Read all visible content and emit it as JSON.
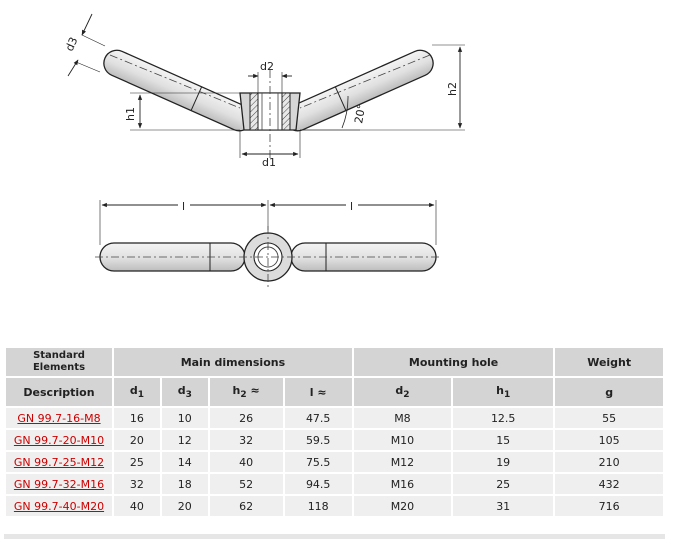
{
  "drawing": {
    "dimensions": {
      "d3": "d3",
      "d2": "d2",
      "h1": "h1",
      "d1": "d1",
      "h2": "h2",
      "angle": "20°",
      "l_left": "l",
      "l_right": "l"
    }
  },
  "table": {
    "group_headers": {
      "standard_elements": "Standard Elements",
      "main_dimensions": "Main dimensions",
      "mounting_hole": "Mounting hole",
      "weight": "Weight"
    },
    "columns": [
      {
        "base": "Description",
        "sub": ""
      },
      {
        "base": "d",
        "sub": "1"
      },
      {
        "base": "d",
        "sub": "3"
      },
      {
        "base": "h",
        "sub": "2",
        "suffix": " ≈"
      },
      {
        "base": "l",
        "sub": "",
        "suffix": " ≈"
      },
      {
        "base": "d",
        "sub": "2"
      },
      {
        "base": "h",
        "sub": "1"
      },
      {
        "base": "g",
        "sub": ""
      }
    ],
    "rows": [
      {
        "desc": "GN 99.7-16-M8",
        "d1": "16",
        "d3": "10",
        "h2": "26",
        "l": "47.5",
        "d2": "M8",
        "h1": "12.5",
        "g": "55"
      },
      {
        "desc": "GN 99.7-20-M10",
        "d1": "20",
        "d3": "12",
        "h2": "32",
        "l": "59.5",
        "d2": "M10",
        "h1": "15",
        "g": "105"
      },
      {
        "desc": "GN 99.7-25-M12",
        "d1": "25",
        "d3": "14",
        "h2": "40",
        "l": "75.5",
        "d2": "M12",
        "h1": "19",
        "g": "210"
      },
      {
        "desc": "GN 99.7-32-M16",
        "d1": "32",
        "d3": "18",
        "h2": "52",
        "l": "94.5",
        "d2": "M16",
        "h1": "25",
        "g": "432"
      },
      {
        "desc": "GN 99.7-40-M20",
        "d1": "40",
        "d3": "20",
        "h2": "62",
        "l": "118",
        "d2": "M20",
        "h1": "31",
        "g": "716"
      }
    ]
  }
}
